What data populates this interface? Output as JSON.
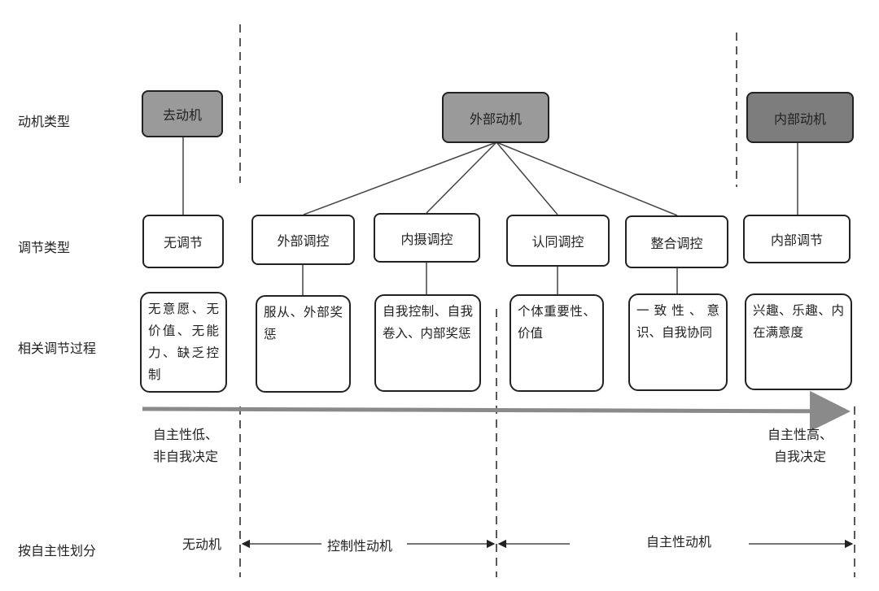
{
  "row_labels": {
    "motivation_type": "动机类型",
    "regulation_type": "调节类型",
    "process": "相关调节过程",
    "division": "按自主性划分"
  },
  "motivation": {
    "amotivation": "去动机",
    "extrinsic": "外部动机",
    "intrinsic": "内部动机"
  },
  "regulation": {
    "none": "无调节",
    "external": "外部调控",
    "introjected": "内摄调控",
    "identified": "认同调控",
    "integrated": "整合调控",
    "intrinsic": "内部调节"
  },
  "process": {
    "none": "无意愿、无价值、无能力、缺乏控制",
    "external": "服从、外部奖惩",
    "introjected": "自我控制、自我卷入、内部奖惩",
    "identified": "个体重要性、价值",
    "integrated": "一致性、意识、自我协同",
    "intrinsic": "兴趣、乐趣、内在满意度"
  },
  "continuum": {
    "low": [
      "自主性低、",
      "非自我决定"
    ],
    "high": [
      "自主性高、",
      "自我决定"
    ]
  },
  "division": {
    "none": "无动机",
    "controlled": "控制性动机",
    "autonomous": "自主性动机"
  },
  "colors": {
    "line": "#222222",
    "box_gray": "#9a9a9a",
    "box_darkgray": "#7d7d7d",
    "arrow": "#8a8a8a"
  }
}
